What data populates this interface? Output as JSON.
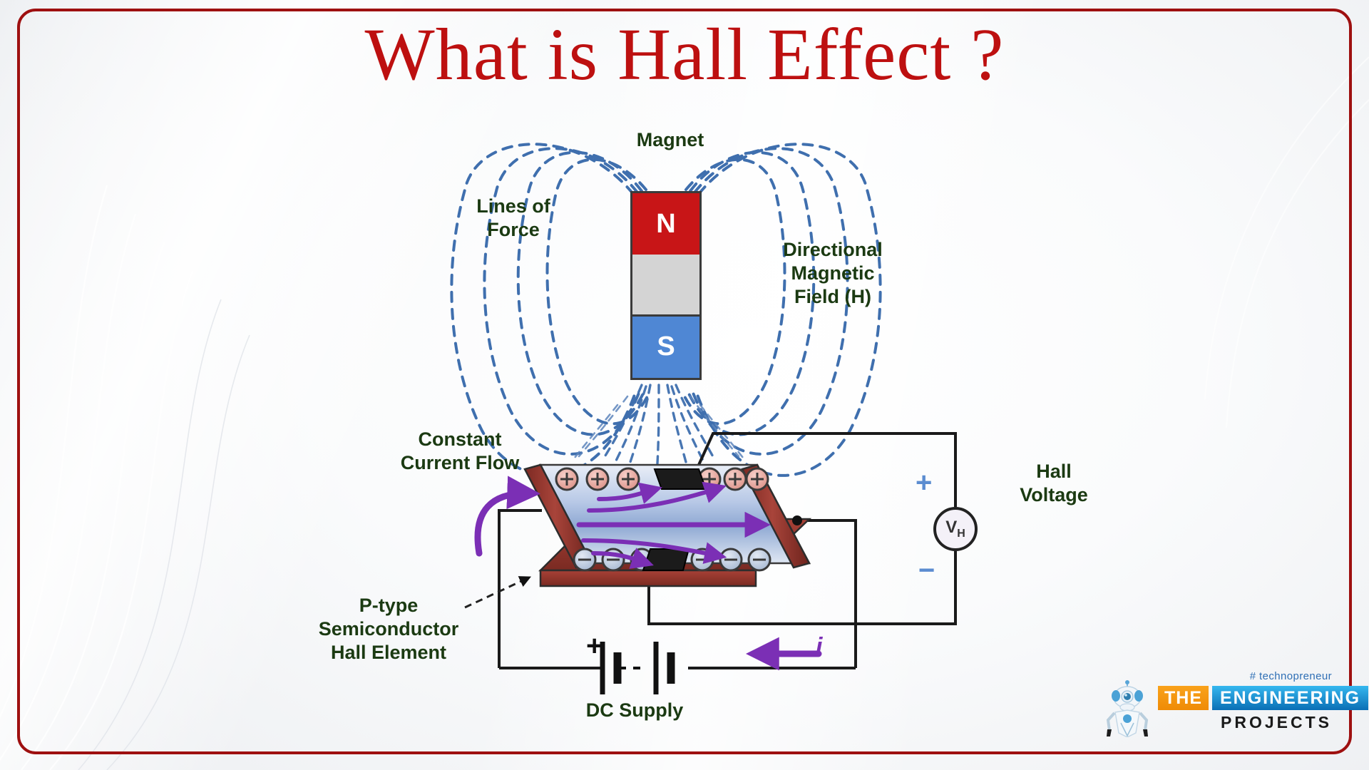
{
  "slide": {
    "title": "What is Hall Effect ?",
    "border_color": "#9e1010",
    "title_color": "#bd1010",
    "label_color": "#1b3a12"
  },
  "labels": {
    "magnet": "Magnet",
    "lines_of_force": "Lines of\nForce",
    "directional_field": "Directional\nMagnetic\nField (H)",
    "constant_current": "Constant\nCurrent Flow",
    "hall_voltage": "Hall\nVoltage",
    "p_type": "P-type\nSemiconductor\nHall Element",
    "dc_supply": "DC Supply"
  },
  "magnet": {
    "north_label": "N",
    "south_label": "S",
    "north_color": "#c81517",
    "middle_color": "#d4d4d4",
    "south_color": "#4f87d4",
    "field_line_color": "#3f6fae"
  },
  "slab": {
    "top_surface_color": "#9fb6dd",
    "edge_color": "#8c2f28",
    "current_arrow_color": "#7b2fb5",
    "positive_charge_symbol": "+",
    "negative_charge_symbol": "−",
    "positive_charge_count": 6,
    "negative_charge_count": 6,
    "positive_charge_color": "#e8a49c",
    "negative_charge_color": "#b9c7dd"
  },
  "circuit": {
    "voltmeter_symbol": "V",
    "voltmeter_subscript": "H",
    "plus_sign": "+",
    "minus_sign": "−",
    "battery_plus": "+",
    "battery_minus": "−",
    "current_symbol": "i",
    "current_color": "#7b2fb5",
    "wire_color": "#1a1a1a"
  },
  "logo": {
    "tagline": "# technopreneur",
    "word_the": "THE",
    "word_engineering": "ENGINEERING",
    "word_projects": "PROJECTS",
    "orange": "#f19206",
    "blue": "#1a8fd0"
  }
}
